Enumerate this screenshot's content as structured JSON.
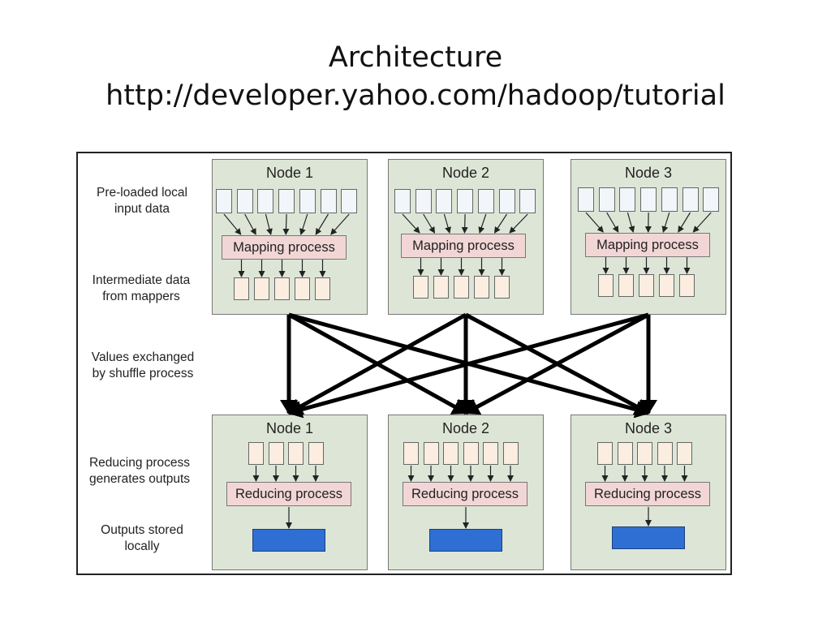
{
  "title": {
    "line1": "Architecture",
    "line2": "http://developer.yahoo.com/hadoop/tutorial"
  },
  "row_labels": {
    "preloaded": [
      "Pre-loaded local",
      "input data"
    ],
    "intermediate": [
      "Intermediate data",
      "from mappers"
    ],
    "shuffle": [
      "Values exchanged",
      "by shuffle process"
    ],
    "reducing": [
      "Reducing process",
      "generates outputs"
    ],
    "outputs": [
      "Outputs stored",
      "locally"
    ]
  },
  "map_nodes": [
    {
      "label": "Node 1",
      "process": "Mapping process",
      "input_chunks": 7,
      "intermediate_chunks": 5
    },
    {
      "label": "Node 2",
      "process": "Mapping process",
      "input_chunks": 7,
      "intermediate_chunks": 5
    },
    {
      "label": "Node 3",
      "process": "Mapping process",
      "input_chunks": 7,
      "intermediate_chunks": 5
    }
  ],
  "reduce_nodes": [
    {
      "label": "Node 1",
      "process": "Reducing process",
      "input_chunks": 4
    },
    {
      "label": "Node 2",
      "process": "Reducing process",
      "input_chunks": 6
    },
    {
      "label": "Node 3",
      "process": "Reducing process",
      "input_chunks": 5
    }
  ],
  "colors": {
    "node_fill": "#dde6d6",
    "process_fill": "#f2d6d6",
    "output_fill": "#2f6fd4",
    "arrow": "#000000"
  }
}
